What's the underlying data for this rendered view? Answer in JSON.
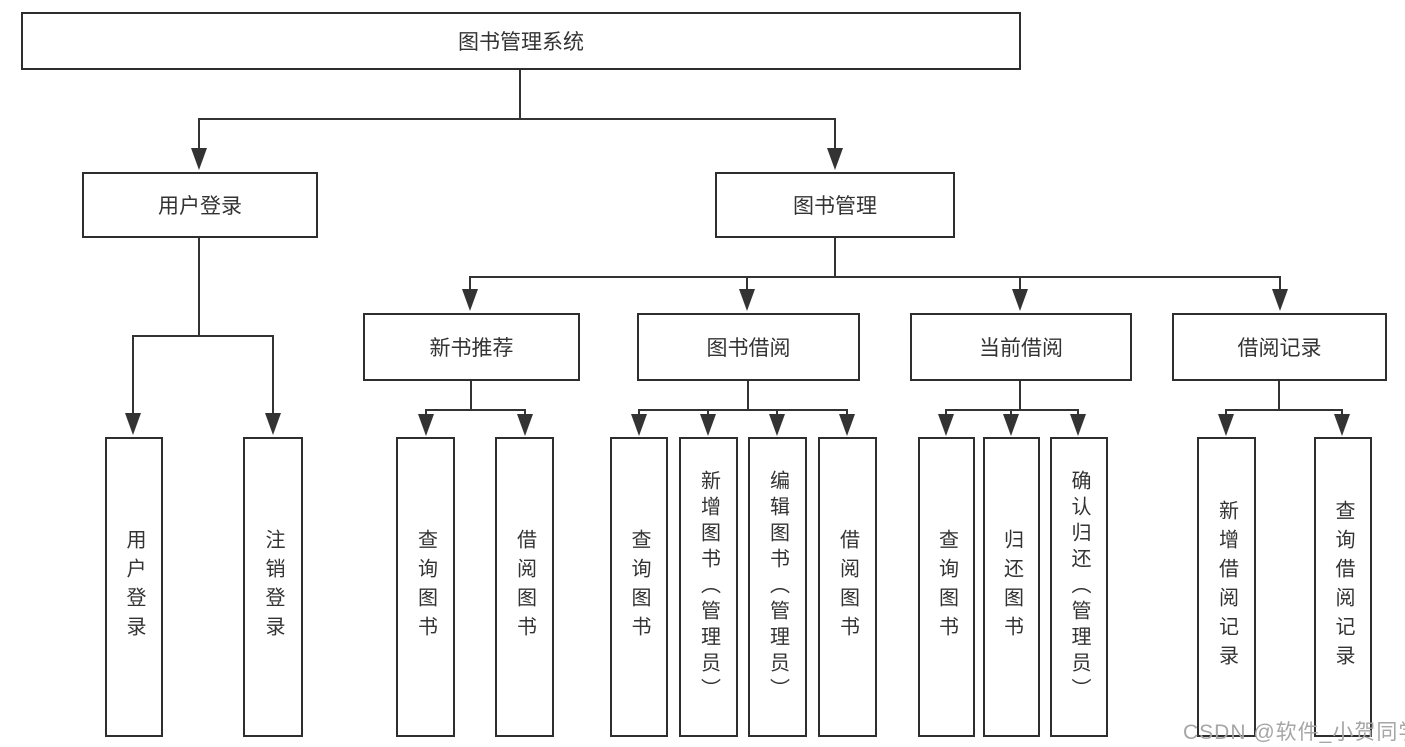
{
  "diagram_title": "图书管理系统",
  "tree": {
    "root": {
      "label": "图书管理系统"
    },
    "branches": [
      {
        "label": "用户登录",
        "leaves": [
          "用户登录",
          "注销登录"
        ]
      },
      {
        "label": "图书管理",
        "groups": [
          {
            "label": "新书推荐",
            "leaves": [
              "查询图书",
              "借阅图书"
            ]
          },
          {
            "label": "图书借阅",
            "leaves": [
              "查询图书",
              "新增图书（管理员）",
              "编辑图书（管理员）",
              "借阅图书"
            ]
          },
          {
            "label": "当前借阅",
            "leaves": [
              "查询图书",
              "归还图书",
              "确认归还（管理员）"
            ]
          },
          {
            "label": "借阅记录",
            "leaves": [
              "新增借阅记录",
              "查询借阅记录"
            ]
          }
        ]
      }
    ]
  },
  "watermark": "CSDN @软件_小贺同学",
  "colors": {
    "line": "#333333",
    "box_border": "#2e2e2e",
    "text": "#333333",
    "watermark": "#a6a6a6",
    "background": "#ffffff"
  }
}
